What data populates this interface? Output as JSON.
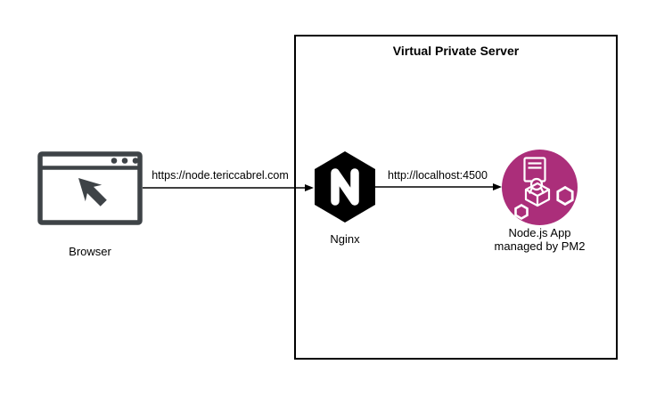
{
  "diagram": {
    "background_color": "#ffffff",
    "vps_box": {
      "title": "Virtual Private Server",
      "border_color": "#000000"
    },
    "nodes": {
      "browser": {
        "label": "Browser",
        "icon": "browser-window-cursor-icon",
        "color": "#3e4347",
        "window_fill": "#ffffff"
      },
      "nginx": {
        "label": "Nginx",
        "icon": "nginx-hexagon-icon",
        "color": "#000000",
        "letter_color": "#ffffff"
      },
      "pm2": {
        "label_line1": "Node.js App",
        "label_line2": "managed by PM2",
        "icon": "pm2-process-manager-icon",
        "color": "#ab2e7a",
        "icon_stroke_color": "#ffffff"
      }
    },
    "edges": {
      "browser_to_nginx": {
        "label": "https://node.tericcabrel.com",
        "color": "#000000"
      },
      "nginx_to_pm2": {
        "label": "http://localhost:4500",
        "color": "#000000"
      }
    }
  }
}
